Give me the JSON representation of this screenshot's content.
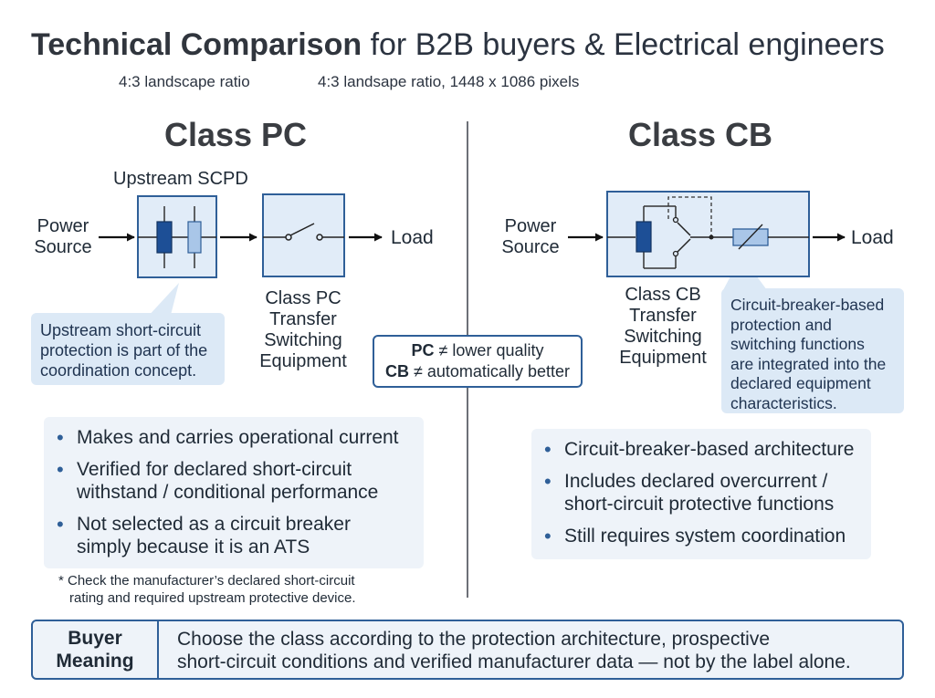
{
  "title": {
    "bold": "Technical Comparison",
    "rest": "for B2B buyers & Electrical engineers"
  },
  "subtitle": {
    "left": "4:3 landscape ratio",
    "right": "4:3 landsape ratio, 1448 x 1086 pixels"
  },
  "class_pc": {
    "title": "Class PC",
    "upstream_label": "Upstream SCPD",
    "source_line1": "Power",
    "source_line2": "Source",
    "load": "Load",
    "equipment_lines": [
      "Class PC",
      "Transfer",
      "Switching",
      "Equipment"
    ],
    "callout_lines": [
      "Upstream short-circuit",
      "protection is part of the",
      "coordination concept."
    ],
    "bullets": [
      [
        "Makes and carries operational current"
      ],
      [
        "Verified for declared short-circuit",
        "withstand / conditional performance"
      ],
      [
        "Not selected as a circuit breaker",
        "simply because it is an ATS"
      ]
    ],
    "note_lines": [
      "* Check the manufacturer’s declared short-circuit",
      "rating and required upstream protective device."
    ]
  },
  "class_cb": {
    "title": "Class CB",
    "source_line1": "Power",
    "source_line2": "Source",
    "load": "Load",
    "equipment_lines": [
      "Class CB",
      "Transfer",
      "Switching",
      "Equipment"
    ],
    "callout_lines": [
      "Circuit-breaker-based",
      "protection and",
      "switching functions",
      "are integrated into the",
      "declared equipment",
      "characteristics."
    ],
    "bullets": [
      [
        "Circuit-breaker-based architecture"
      ],
      [
        "Includes declared overcurrent /",
        "short-circuit protective functions"
      ],
      [
        "Still requires system coordination"
      ]
    ]
  },
  "center_note": {
    "line1_bold": "PC",
    "line1_rest": "≠ lower quality",
    "line2_bold": "CB",
    "line2_rest": "≠ automatically better"
  },
  "buyer_meaning": {
    "label_line1": "Buyer",
    "label_line2": "Meaning",
    "text_line1": "Choose the class according to the protection architecture, prospective",
    "text_line2": "short-circuit conditions and verified manufacturer data — not by the label alone."
  },
  "colors": {
    "accent": "#2f5f98",
    "box_fill": "#e1ecf8",
    "callout_fill": "#dce9f6",
    "panel_fill": "#eef3f9",
    "fuse_dark": "#1d4f96",
    "fuse_light": "#a9c6e8"
  }
}
